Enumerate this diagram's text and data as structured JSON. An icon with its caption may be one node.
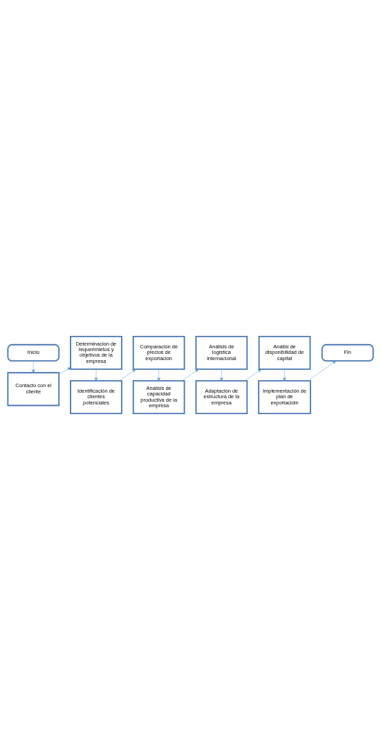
{
  "diagram": {
    "nodes": [
      {
        "text": [
          "Inicio"
        ]
      },
      {
        "text": [
          "Contacto con el cliente"
        ]
      },
      {
        "text": [
          "Determinacion de requerimietos y objetivos de la empresa"
        ]
      },
      {
        "text": [
          "Identificación de clientes potenciales"
        ]
      },
      {
        "text": [
          "Comparación de precios de exportación"
        ]
      },
      {
        "text": [
          "Análisis de capacidad productiva de la empresa"
        ]
      },
      {
        "text": [
          "Análisis de logistica internacional"
        ]
      },
      {
        "text": [
          "Adaptación de estructura de la empresa"
        ]
      },
      {
        "text": [
          "Análisi de disponibilidad de capital"
        ]
      },
      {
        "text": [
          "Implementación de plan de exportacióin"
        ]
      },
      {
        "text": [
          "Fin"
        ]
      }
    ],
    "edges": [
      {
        "from": 0,
        "to": 1,
        "arrow": "to"
      },
      {
        "from": 1,
        "to": 2,
        "arrow": "to"
      },
      {
        "from": 2,
        "to": 3,
        "arrow": "to"
      },
      {
        "from": 3,
        "to": 4,
        "arrow": "to"
      },
      {
        "from": 4,
        "to": 5,
        "arrow": "to"
      },
      {
        "from": 5,
        "to": 6,
        "arrow": "to"
      },
      {
        "from": 6,
        "to": 7,
        "arrow": "to"
      },
      {
        "from": 7,
        "to": 8,
        "arrow": "to"
      },
      {
        "from": 8,
        "to": 9,
        "arrow": "to"
      },
      {
        "from": 9,
        "to": 10,
        "arrow": "to"
      }
    ]
  }
}
